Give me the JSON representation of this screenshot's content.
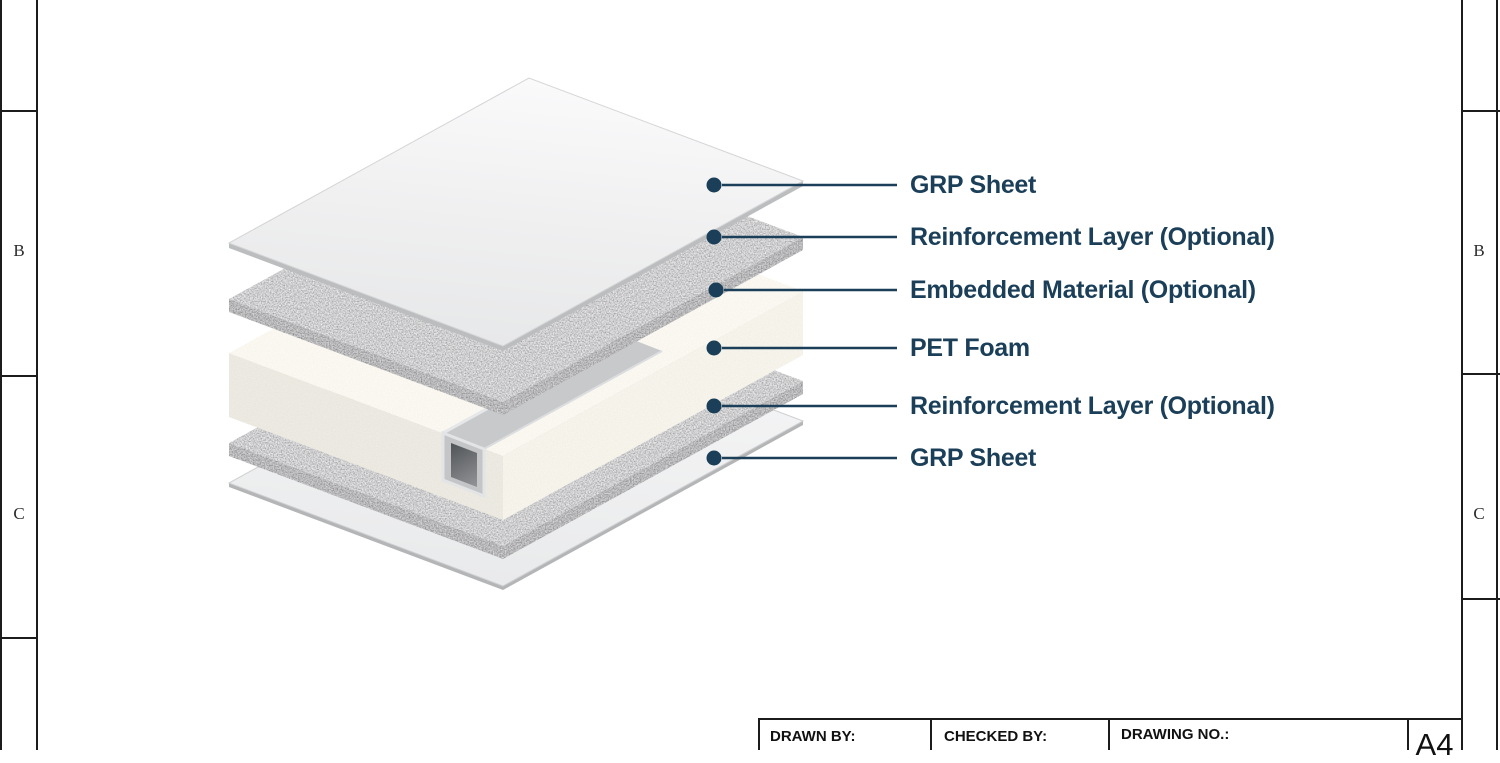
{
  "drawing": {
    "callouts": [
      "GRP Sheet",
      "Reinforcement Layer (Optional)",
      "Embedded Material (Optional)",
      "PET Foam",
      "Reinforcement Layer (Optional)",
      "GRP Sheet"
    ],
    "callout_color": "#1b3f58"
  },
  "frame": {
    "zone_letters": [
      "B",
      "C"
    ]
  },
  "title_block": {
    "drawn_by": "DRAWN BY:",
    "checked_by": "CHECKED BY:",
    "drawing_no": "DRAWING NO.:",
    "sheet_size": "A4"
  }
}
